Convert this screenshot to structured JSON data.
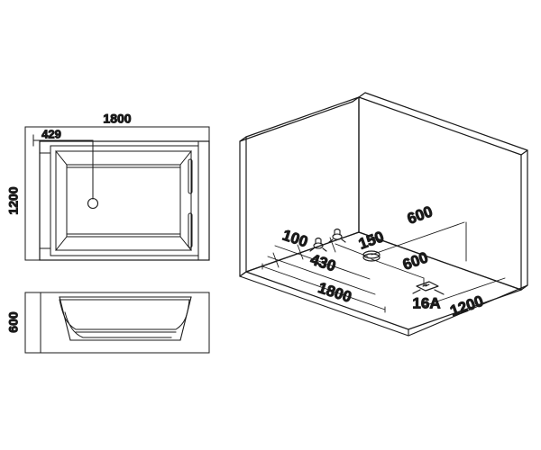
{
  "drawing": {
    "title": "Bathtub installation technical drawing",
    "line_color": "#1a1a1a",
    "background_color": "#ffffff",
    "units": "mm"
  },
  "plan_view": {
    "name": "Top plan view of bathtub",
    "dim_overall_width": "1800",
    "dim_overall_depth": "1200",
    "dim_drain_offset": "429",
    "features": [
      "drain-circle",
      "left-grip-handle",
      "right-grip-handle-upper",
      "right-grip-handle-lower"
    ]
  },
  "side_view": {
    "name": "Side elevation of bathtub",
    "dim_height": "600"
  },
  "iso_view": {
    "name": "Isometric room rough-in view",
    "dim_wall_to_taps": "100",
    "dim_tap_spacing": "430",
    "dim_tap_to_drain": "150",
    "dim_drain_to_socket": "600",
    "dim_back_wall_offset": "600",
    "dim_floor_length": "1800",
    "dim_floor_depth": "1200",
    "socket_rating": "16A",
    "features": [
      "left-wall",
      "right-wall",
      "floor",
      "tap-valve-left",
      "tap-valve-right",
      "drain-oval",
      "power-socket"
    ]
  }
}
